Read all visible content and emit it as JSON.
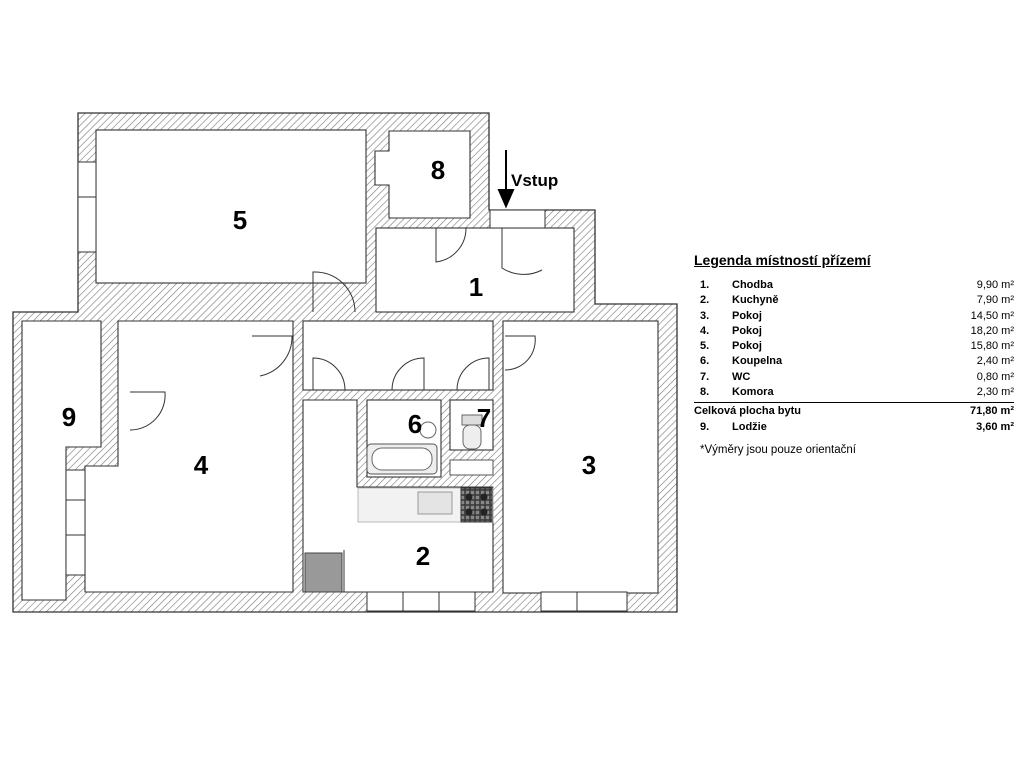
{
  "entry_label": "Vstup",
  "rooms": [
    {
      "id": "5",
      "label": "5"
    },
    {
      "id": "8",
      "label": "8"
    },
    {
      "id": "1",
      "label": "1"
    },
    {
      "id": "9",
      "label": "9"
    },
    {
      "id": "4",
      "label": "4"
    },
    {
      "id": "6",
      "label": "6"
    },
    {
      "id": "7",
      "label": "7"
    },
    {
      "id": "3",
      "label": "3"
    },
    {
      "id": "2",
      "label": "2"
    }
  ],
  "legend": {
    "title": "Legenda místností přízemí",
    "items": [
      {
        "num": "1.",
        "name": "Chodba",
        "area": "9,90 m²"
      },
      {
        "num": "2.",
        "name": "Kuchyně",
        "area": "7,90 m²"
      },
      {
        "num": "3.",
        "name": "Pokoj",
        "area": "14,50 m²"
      },
      {
        "num": "4.",
        "name": "Pokoj",
        "area": "18,20 m²"
      },
      {
        "num": "5.",
        "name": "Pokoj",
        "area": "15,80 m²"
      },
      {
        "num": "6.",
        "name": "Koupelna",
        "area": "2,40 m²"
      },
      {
        "num": "7.",
        "name": "WC",
        "area": "0,80 m²"
      },
      {
        "num": "8.",
        "name": "Komora",
        "area": "2,30 m²"
      }
    ],
    "total_label": "Celková plocha bytu",
    "total_area": "71,80 m²",
    "extra": {
      "num": "9.",
      "name": "Lodžie",
      "area": "3,60 m²"
    },
    "note": "*Výměry jsou pouze orientační"
  }
}
